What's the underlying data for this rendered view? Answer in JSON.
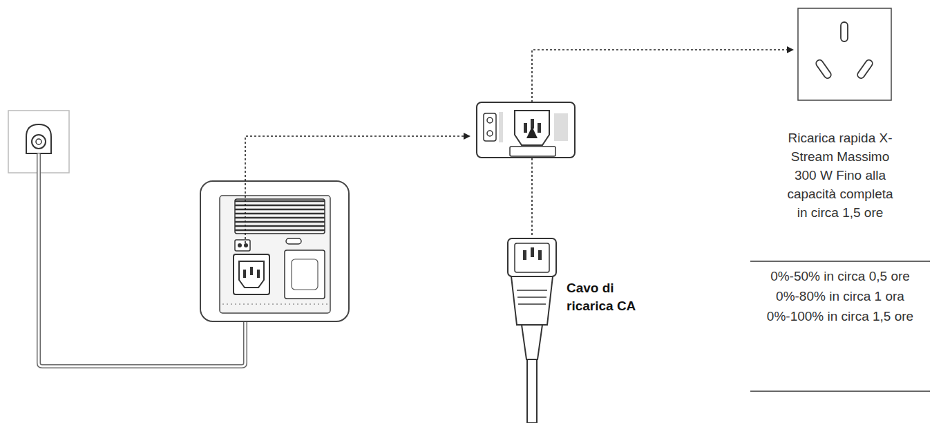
{
  "diagram": {
    "labels": [
      "Ricarica rapida X-Stream Massimo 300 W Fino alla capacità completa in circa 1,5 ore",
      "0%-50% in circa 0,5 ore",
      "0%-80% in circa 1 ora",
      "0%-100% in circa 1,5 ore",
      "Cavo di ricarica CA"
    ]
  }
}
